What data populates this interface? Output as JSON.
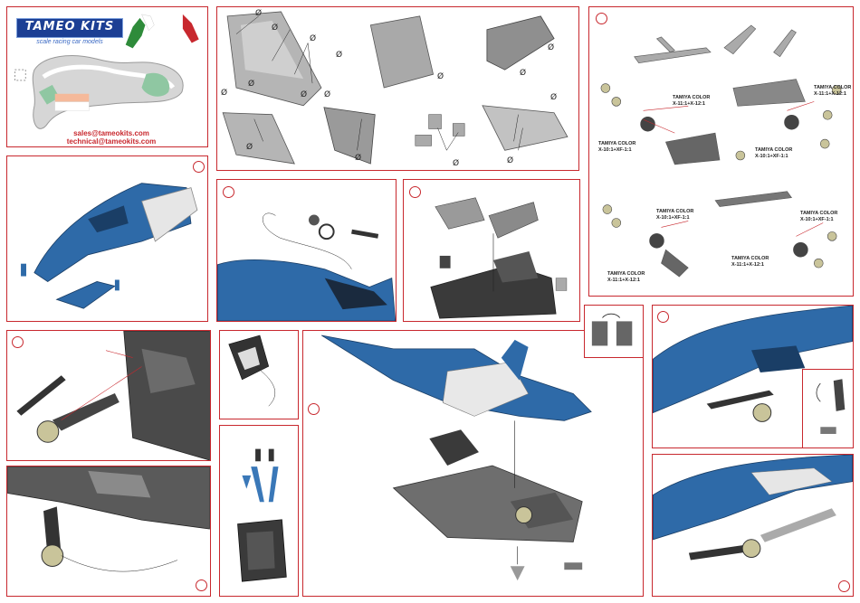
{
  "brand": {
    "logo": "TAMEO KITS",
    "tagline": "scale racing car models",
    "email_sales": "sales@tameokits.com",
    "email_technical": "technical@tameokits.com"
  },
  "diameter_symbol": "Ø",
  "tamiya_colors": {
    "c1": {
      "title": "TAMIYA COLOR",
      "mix": "X-11:1+X-12:1"
    },
    "c2": {
      "title": "TAMIYA COLOR",
      "mix": "X-11:1+X-12:1"
    },
    "c3": {
      "title": "TAMIYA COLOR",
      "mix": "X-10:1+XF-1:1"
    },
    "c4": {
      "title": "TAMIYA COLOR",
      "mix": "X-10:1+XF-1:1"
    },
    "c5": {
      "title": "TAMIYA COLOR",
      "mix": "X-10:1+XF-1:1"
    },
    "c6": {
      "title": "TAMIYA COLOR",
      "mix": "X-10:1+XF-1:1"
    },
    "c7": {
      "title": "TAMIYA COLOR",
      "mix": "X-11:1+X-12:1"
    },
    "c8": {
      "title": "TAMIYA COLOR",
      "mix": "X-11:1+X-12:1"
    }
  },
  "colors": {
    "frame": "#c8282e",
    "body_blue": "#2e6aa8",
    "chassis": "#3a3a3a",
    "part_grey": "#b9b9b9"
  }
}
